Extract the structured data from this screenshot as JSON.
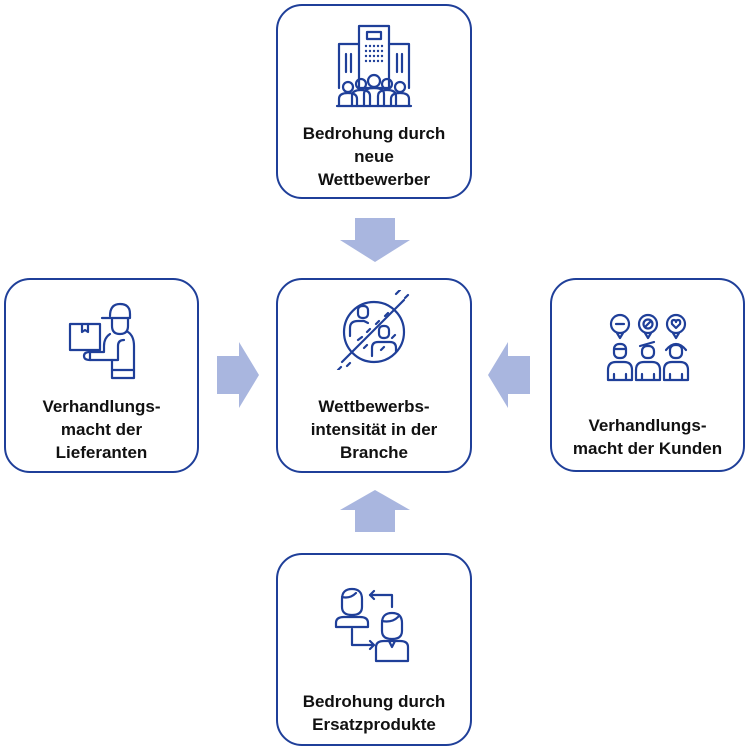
{
  "diagram": {
    "title": "Porter's Five Forces",
    "colors": {
      "box_border": "#1f3f99",
      "icon": "#1f3f99",
      "arrow": "#a9b6df",
      "text": "#111111"
    },
    "center": {
      "icon": "no-competition-icon",
      "lines": [
        "Wettbewerbs-",
        "intensität in der",
        "Branche"
      ]
    },
    "top": {
      "icon": "office-building-crowd-icon",
      "lines": [
        "Bedrohung durch",
        "neue",
        "Wettbewerber"
      ]
    },
    "left": {
      "icon": "delivery-person-box-icon",
      "lines": [
        "Verhandlungs-",
        "macht der",
        "Lieferanten"
      ]
    },
    "right": {
      "icon": "customers-feedback-icon",
      "lines": [
        "Verhandlungs-",
        "macht der Kunden"
      ]
    },
    "bottom": {
      "icon": "person-exchange-icon",
      "lines": [
        "Bedrohung durch",
        "Ersatzprodukte"
      ]
    },
    "arrows": [
      {
        "from": "top",
        "to": "center",
        "direction": "down"
      },
      {
        "from": "left",
        "to": "center",
        "direction": "right"
      },
      {
        "from": "right",
        "to": "center",
        "direction": "left"
      },
      {
        "from": "bottom",
        "to": "center",
        "direction": "up"
      }
    ]
  }
}
